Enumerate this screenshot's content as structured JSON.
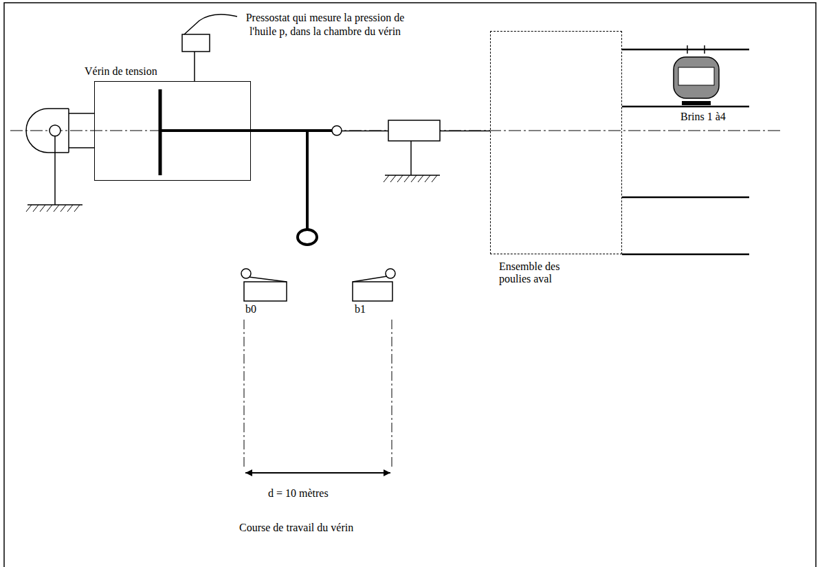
{
  "diagram": {
    "nodes": [
      {
        "text": [
          "Vérin de tension"
        ]
      },
      {
        "text": [
          "Ensemble des poulies aval"
        ]
      }
    ],
    "edges": [
      {
        "from": 0,
        "to": 1,
        "arrow": "none"
      }
    ],
    "labels": [
      "Pressostat qui mesure la pression de l'huile p, dans la chambre du vérin",
      "Brins 1 à4",
      "b0",
      "b1",
      "d = 10 mètres",
      "Course de travail du vérin"
    ]
  }
}
